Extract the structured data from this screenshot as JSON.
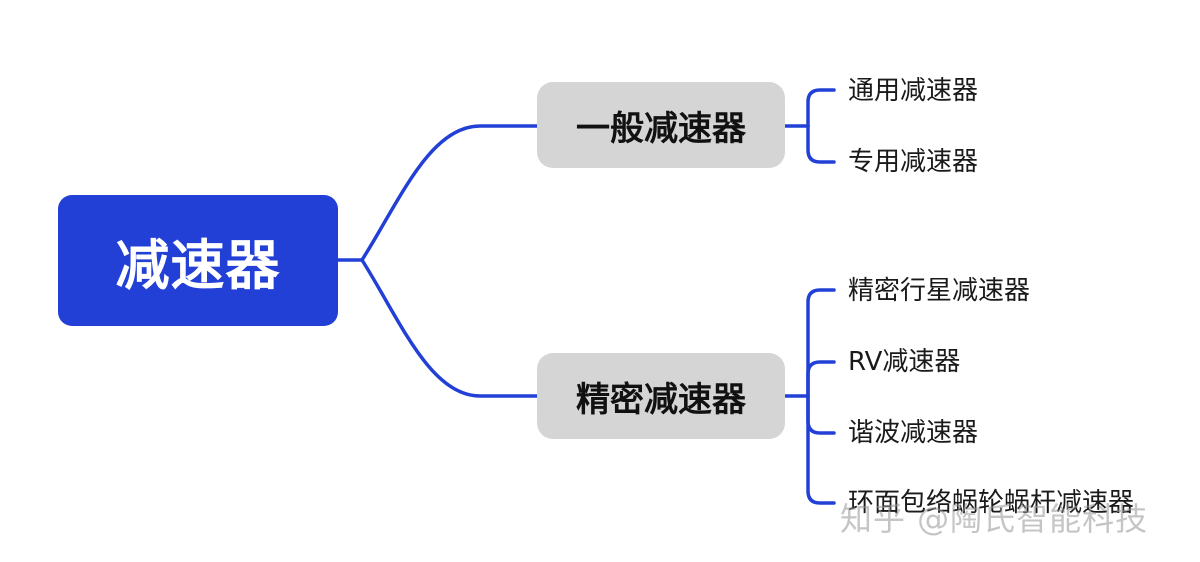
{
  "colors": {
    "accent": "#2240d6",
    "branch_node_bg": "#d5d5d5",
    "line": "#2240d6"
  },
  "root": {
    "label": "减速器"
  },
  "branches": [
    {
      "label": "一般减速器",
      "children": [
        "通用减速器",
        "专用减速器"
      ]
    },
    {
      "label": "精密减速器",
      "children": [
        "精密行星减速器",
        "RV减速器",
        "谐波减速器",
        "环面包络蜗轮蜗杆减速器"
      ]
    }
  ],
  "watermark": "知乎 @陶氏智能科技"
}
